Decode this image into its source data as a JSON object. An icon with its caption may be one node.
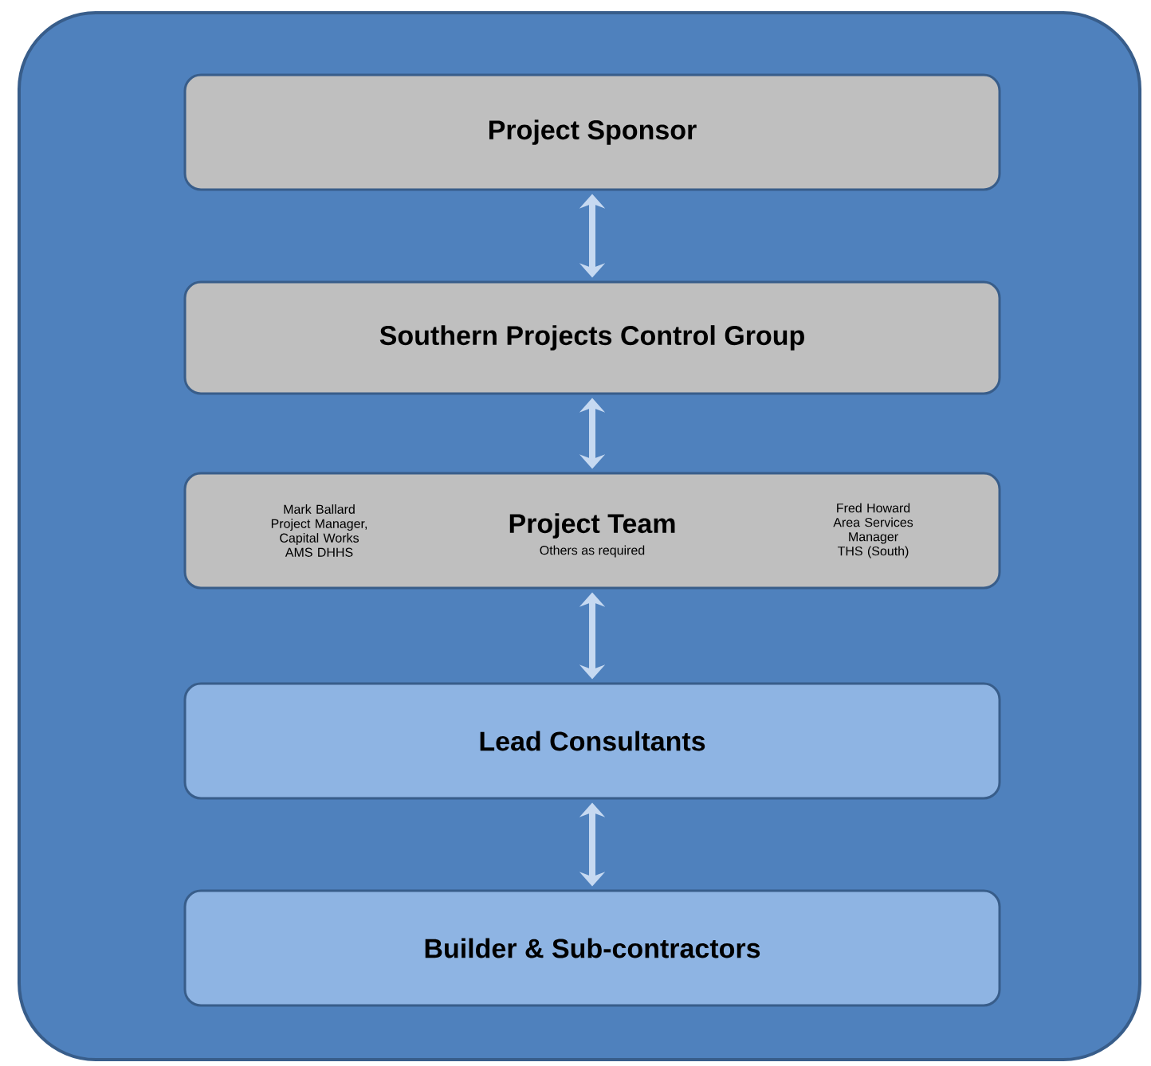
{
  "diagram": {
    "nodes": [
      {
        "text": [],
        "shape": "box"
      },
      {
        "text": [
          "Project Sponsor"
        ],
        "in": 0
      },
      {
        "text": [
          "Southern Projects Control Group"
        ],
        "in": 0
      },
      {
        "text": [
          "Mark Ballard Project Manager, Capital Works AMS DHHS",
          "Project Team",
          "Others as required",
          "Fred Howard Area Services Manager THS (South)"
        ],
        "in": 0
      },
      {
        "text": [
          "Lead Consultants"
        ],
        "in": 0
      },
      {
        "text": [
          "Builder & Sub-contractors"
        ],
        "in": 0
      }
    ],
    "edges": [
      {
        "from": 1,
        "to": 2,
        "arrow": "both"
      },
      {
        "from": 2,
        "to": 3,
        "arrow": "both"
      },
      {
        "from": 3,
        "to": 4,
        "arrow": "both"
      },
      {
        "from": 4,
        "to": 5,
        "arrow": "both"
      }
    ]
  }
}
